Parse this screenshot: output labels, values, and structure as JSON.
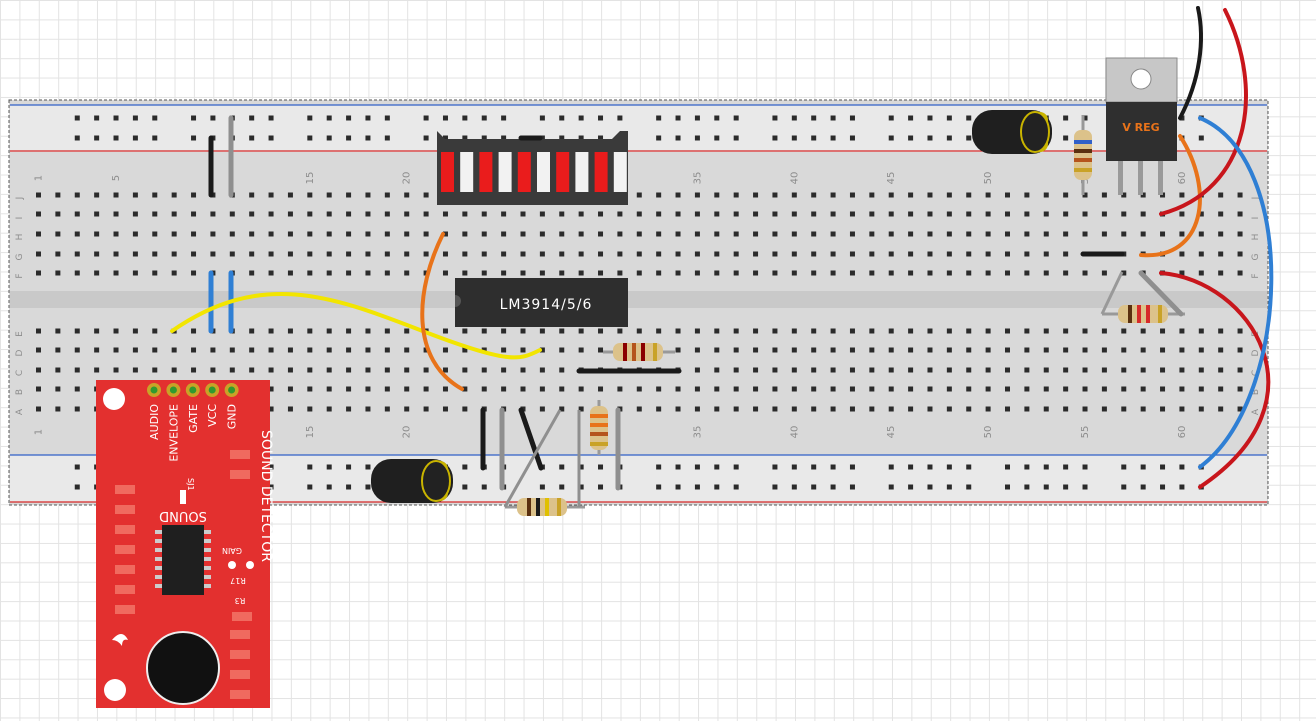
{
  "breadboard": {
    "column_labels": [
      "1",
      "5",
      "15",
      "20",
      "35",
      "40",
      "45",
      "50",
      "55",
      "60"
    ],
    "row_labels_top": [
      "J",
      "I",
      "H",
      "G",
      "F"
    ],
    "row_labels_bottom": [
      "E",
      "D",
      "C",
      "B",
      "A"
    ]
  },
  "chips": {
    "driver_label": "LM3914/5/6",
    "regulator_label": "V REG"
  },
  "bargraph": {
    "segments": [
      "red",
      "white",
      "red",
      "white",
      "red",
      "white",
      "red",
      "white",
      "red",
      "white"
    ]
  },
  "sound_detector": {
    "pins": [
      "AUDIO",
      "ENVELOPE",
      "GATE",
      "VCC",
      "GND"
    ],
    "title": "SOUND DETECTOR",
    "brand": "SOUND",
    "sj_label": "SJ1",
    "gain_label": "GAIN",
    "r17_label": "R17",
    "r3_label": "R3"
  },
  "colors": {
    "board": "#d9d9d9",
    "pcb": "#e3302f",
    "rail_red": "#d62a2a",
    "rail_blue": "#3060c8",
    "wire_yellow": "#f2e500",
    "wire_orange": "#e8731a",
    "wire_blue": "#2f7fd4",
    "wire_red": "#c8161c",
    "wire_black": "#1a1a1a",
    "wire_gray": "#999999"
  }
}
